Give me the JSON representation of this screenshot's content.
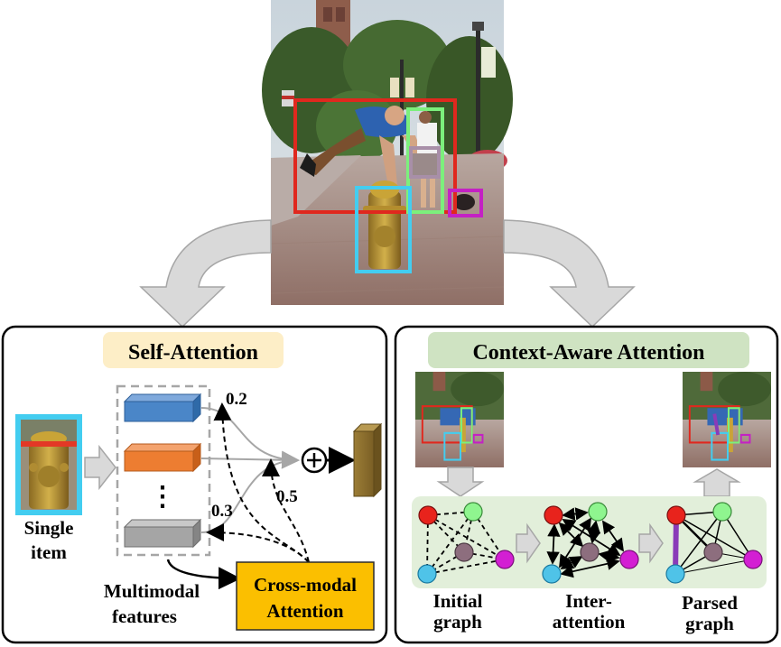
{
  "left_panel": {
    "title": "Self-Attention",
    "title_bg": "#fdeec7",
    "single_item_label": [
      "Single",
      "item"
    ],
    "weights": [
      "0.2",
      "0.5",
      "0.3"
    ],
    "ellipsis": "⋮",
    "multimodal_label": [
      "Multimodal",
      "features"
    ],
    "cross_modal_label": [
      "Cross-modal",
      "Attention"
    ],
    "cross_modal_bg": "#fbbf00",
    "feature_colors": [
      "#4a86c8",
      "#ed7d31",
      "#a5a5a5"
    ]
  },
  "right_panel": {
    "title": "Context-Aware Attention",
    "title_bg": "#cfe3c2",
    "graph_bg": "#e2efda",
    "graph_labels": [
      [
        "Initial",
        "graph"
      ],
      [
        "Inter-",
        "attention"
      ],
      [
        "Parsed",
        "graph"
      ]
    ],
    "node_colors": {
      "person": "#e8231c",
      "pedestrian": "#8ff58f",
      "bag": "#8d6e7e",
      "dog": "#d31fd3",
      "hydrant": "#4fc3e8"
    }
  },
  "box_colors": {
    "person": "#e0281e",
    "pedestrian": "#7cf07c",
    "bag": "#a88fa8",
    "dog": "#c421c4",
    "hydrant": "#43cdf0"
  }
}
